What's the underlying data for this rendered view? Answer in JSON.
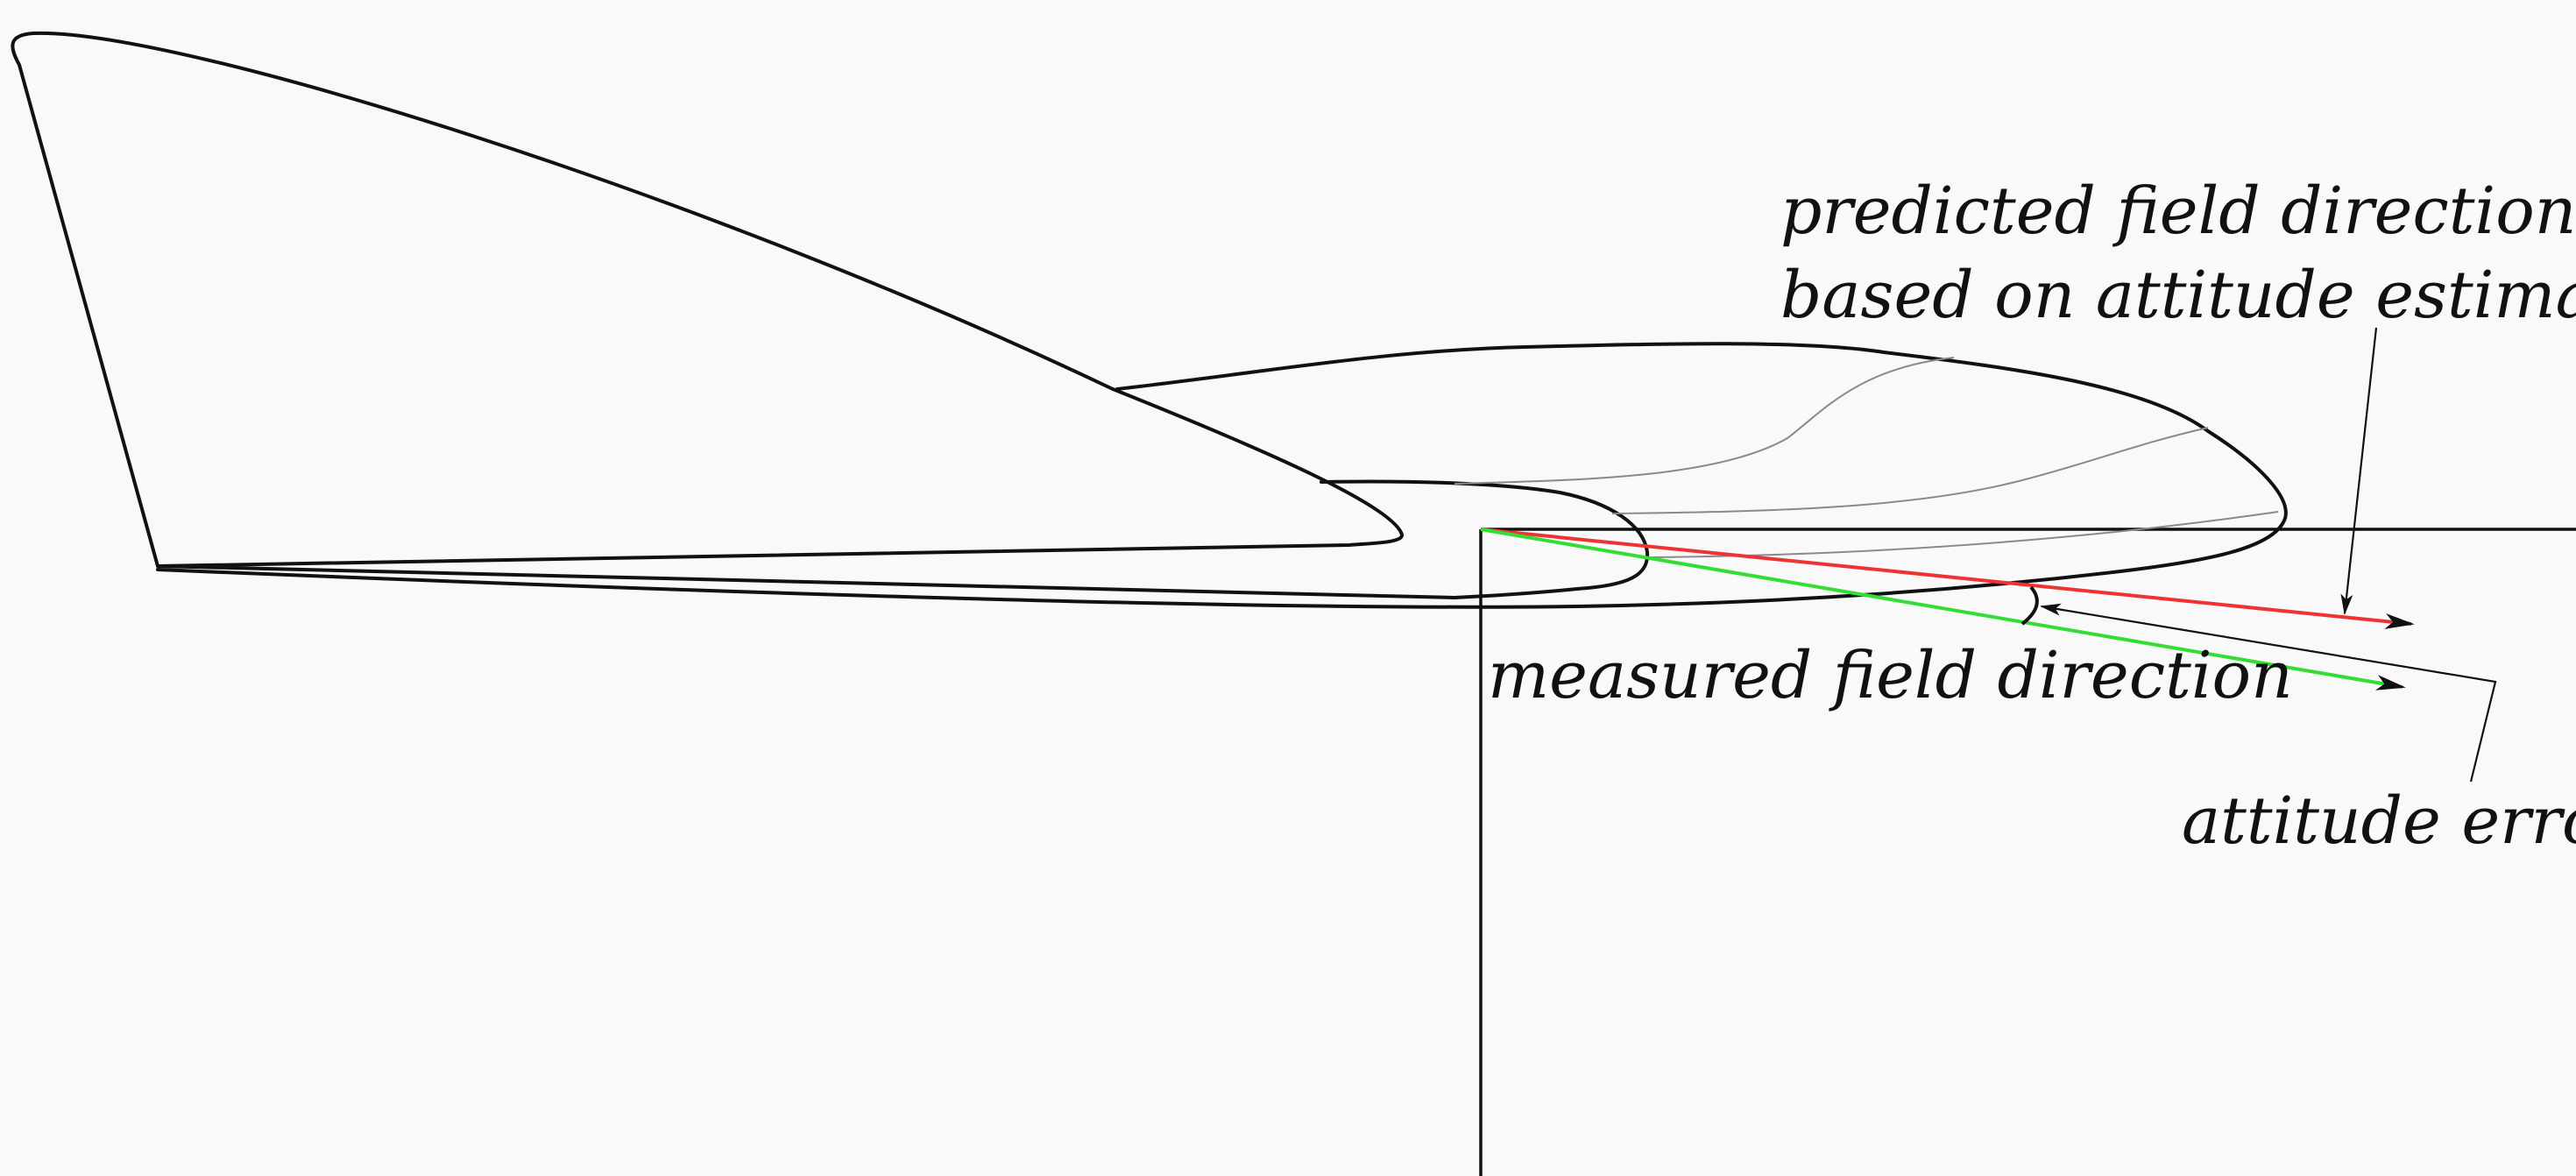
{
  "labels": {
    "predicted_line1": "predicted field direction,",
    "predicted_line2": "based on attitude estimate",
    "measured": "measured field direction",
    "attitude_error": "attitude error"
  },
  "colors": {
    "background": "#f9f9f9",
    "outline": "#111111",
    "detail_lines": "#8a8a8a",
    "predicted_vector": "#ee3333",
    "measured_vector": "#33dd33"
  }
}
